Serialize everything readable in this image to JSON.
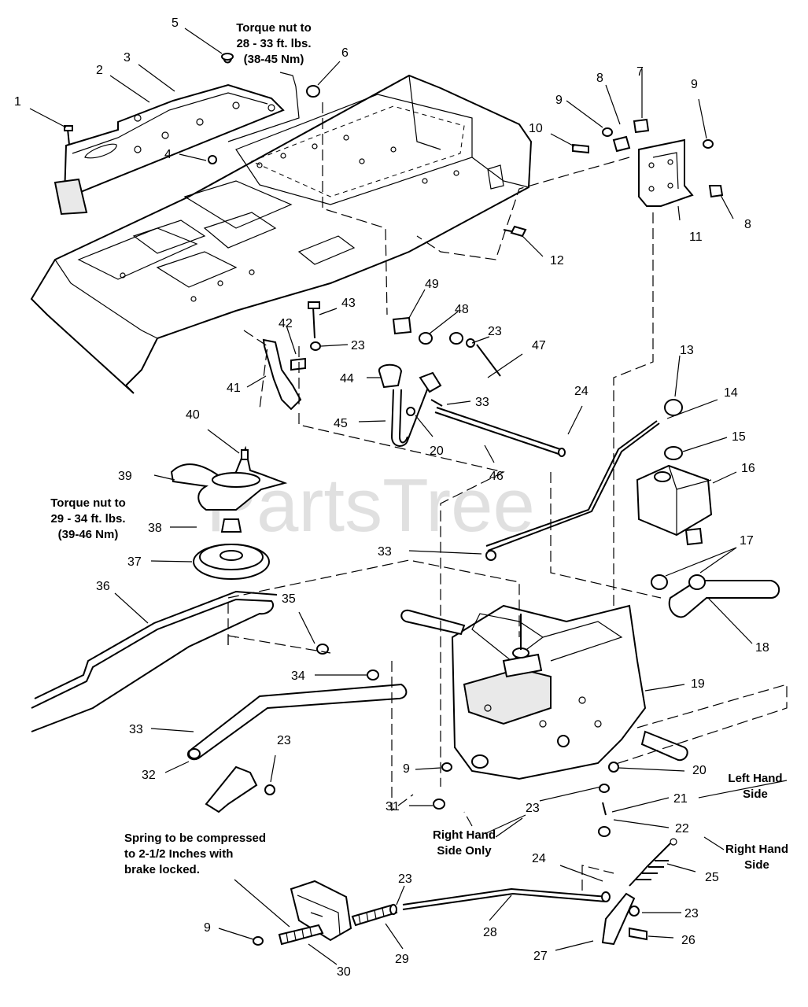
{
  "watermark": "PartsTree",
  "notes": {
    "torque_top": [
      "Torque nut to",
      "28 - 33 ft. lbs.",
      "(38-45 Nm)"
    ],
    "torque_fan": [
      "Torque nut to",
      "29 - 34 ft. lbs.",
      "(39-46 Nm)"
    ],
    "spring": [
      "Spring to be compressed",
      "to 2-1/2 Inches with",
      "brake locked."
    ],
    "right_hand_only": [
      "Right Hand",
      "Side Only"
    ],
    "left_hand": [
      "Left Hand",
      "Side"
    ],
    "right_hand": [
      "Right Hand",
      "Side"
    ]
  },
  "callouts": [
    {
      "id": "c1",
      "text": "1"
    },
    {
      "id": "c2",
      "text": "2"
    },
    {
      "id": "c3",
      "text": "3"
    },
    {
      "id": "c4",
      "text": "4"
    },
    {
      "id": "c5",
      "text": "5"
    },
    {
      "id": "c6",
      "text": "6"
    },
    {
      "id": "c7",
      "text": "7"
    },
    {
      "id": "c8a",
      "text": "8"
    },
    {
      "id": "c8b",
      "text": "8"
    },
    {
      "id": "c9a",
      "text": "9"
    },
    {
      "id": "c9b",
      "text": "9"
    },
    {
      "id": "c9c",
      "text": "9"
    },
    {
      "id": "c9d",
      "text": "9"
    },
    {
      "id": "c10",
      "text": "10"
    },
    {
      "id": "c11",
      "text": "11"
    },
    {
      "id": "c12",
      "text": "12"
    },
    {
      "id": "c13",
      "text": "13"
    },
    {
      "id": "c14",
      "text": "14"
    },
    {
      "id": "c15",
      "text": "15"
    },
    {
      "id": "c16",
      "text": "16"
    },
    {
      "id": "c17",
      "text": "17"
    },
    {
      "id": "c18",
      "text": "18"
    },
    {
      "id": "c19",
      "text": "19"
    },
    {
      "id": "c20a",
      "text": "20"
    },
    {
      "id": "c20b",
      "text": "20"
    },
    {
      "id": "c21",
      "text": "21"
    },
    {
      "id": "c22",
      "text": "22"
    },
    {
      "id": "c23a",
      "text": "23"
    },
    {
      "id": "c23b",
      "text": "23"
    },
    {
      "id": "c23c",
      "text": "23"
    },
    {
      "id": "c23d",
      "text": "23"
    },
    {
      "id": "c23e",
      "text": "23"
    },
    {
      "id": "c23f",
      "text": "23"
    },
    {
      "id": "c24a",
      "text": "24"
    },
    {
      "id": "c24b",
      "text": "24"
    },
    {
      "id": "c25",
      "text": "25"
    },
    {
      "id": "c26",
      "text": "26"
    },
    {
      "id": "c27",
      "text": "27"
    },
    {
      "id": "c28",
      "text": "28"
    },
    {
      "id": "c29",
      "text": "29"
    },
    {
      "id": "c30",
      "text": "30"
    },
    {
      "id": "c31",
      "text": "31"
    },
    {
      "id": "c32",
      "text": "32"
    },
    {
      "id": "c33a",
      "text": "33"
    },
    {
      "id": "c33b",
      "text": "33"
    },
    {
      "id": "c33c",
      "text": "33"
    },
    {
      "id": "c34",
      "text": "34"
    },
    {
      "id": "c35",
      "text": "35"
    },
    {
      "id": "c36",
      "text": "36"
    },
    {
      "id": "c37",
      "text": "37"
    },
    {
      "id": "c38",
      "text": "38"
    },
    {
      "id": "c39",
      "text": "39"
    },
    {
      "id": "c40",
      "text": "40"
    },
    {
      "id": "c41",
      "text": "41"
    },
    {
      "id": "c42",
      "text": "42"
    },
    {
      "id": "c43",
      "text": "43"
    },
    {
      "id": "c44",
      "text": "44"
    },
    {
      "id": "c45",
      "text": "45"
    },
    {
      "id": "c46",
      "text": "46"
    },
    {
      "id": "c47",
      "text": "47"
    },
    {
      "id": "c48",
      "text": "48"
    },
    {
      "id": "c49",
      "text": "49"
    }
  ]
}
